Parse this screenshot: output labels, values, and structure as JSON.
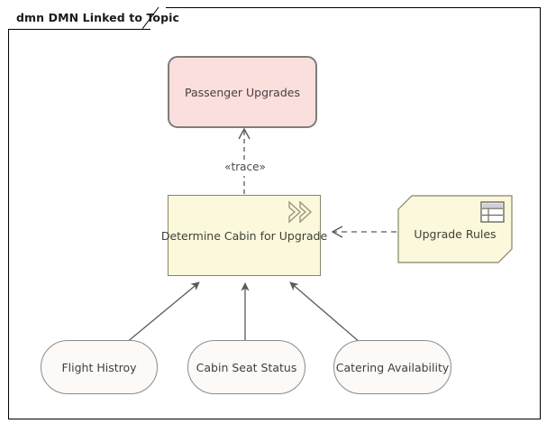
{
  "diagram": {
    "frame_title": "dmn DMN Linked to Topic",
    "title_prefix": "dmn",
    "title_name": "DMN Linked to Topic"
  },
  "nodes": {
    "topic": {
      "label": "Passenger Upgrades",
      "fill": "#FBDFDC",
      "stroke": "#7D7D7D",
      "shape": "rounded-rectangle"
    },
    "decision": {
      "label": "Determine Cabin for Upgrade",
      "fill": "#FBF8DC",
      "stroke": "#8A8467",
      "shape": "rectangle",
      "icon": "double-chevron-icon"
    },
    "rules": {
      "label": "Upgrade Rules",
      "fill": "#FBF8DC",
      "stroke": "#8A8467",
      "shape": "cut-corner-note",
      "icon": "decision-table-icon"
    },
    "inputs": [
      {
        "label": "Flight Histroy",
        "fill": "#FCF9F7",
        "stroke": "#8B8B8B",
        "shape": "stadium"
      },
      {
        "label": "Cabin Seat Status",
        "fill": "#FCF9F7",
        "stroke": "#8B8B8B",
        "shape": "stadium"
      },
      {
        "label": "Catering Availability",
        "fill": "#FCF9F7",
        "stroke": "#8B8B8B",
        "shape": "stadium"
      }
    ]
  },
  "connectors": [
    {
      "name": "trace-connector",
      "stereotype": "«trace»",
      "from": "Determine Cabin for Upgrade",
      "to": "Passenger Upgrades",
      "line": "dashed",
      "arrowhead": "open"
    },
    {
      "name": "rules-connector",
      "stereotype": "",
      "from": "Upgrade Rules",
      "to": "Determine Cabin for Upgrade",
      "line": "dashed",
      "arrowhead": "open"
    },
    {
      "name": "input-connector-flight-history",
      "stereotype": "",
      "from": "Flight Histroy",
      "to": "Determine Cabin for Upgrade",
      "line": "solid",
      "arrowhead": "filled"
    },
    {
      "name": "input-connector-cabin-seat-status",
      "stereotype": "",
      "from": "Cabin Seat Status",
      "to": "Determine Cabin for Upgrade",
      "line": "solid",
      "arrowhead": "filled"
    },
    {
      "name": "input-connector-catering-availability",
      "stereotype": "",
      "from": "Catering Availability",
      "to": "Determine Cabin for Upgrade",
      "line": "solid",
      "arrowhead": "filled"
    }
  ],
  "colors": {
    "line": "#5A5A5A",
    "frame_border": "#000000",
    "canvas": "#FFFFFF",
    "text": "#3A3A3A"
  }
}
